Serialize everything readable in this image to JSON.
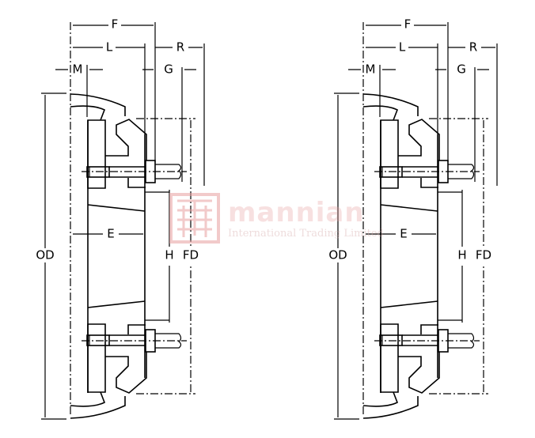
{
  "drawings": [
    {
      "labels": {
        "F": "F",
        "L": "L",
        "R": "R",
        "M": "M",
        "G": "G",
        "E": "E",
        "OD": "OD",
        "H": "H",
        "FD": "FD"
      }
    },
    {
      "labels": {
        "F": "F",
        "L": "L",
        "R": "R",
        "M": "M",
        "G": "G",
        "E": "E",
        "OD": "OD",
        "H": "H",
        "FD": "FD"
      }
    }
  ],
  "watermark": {
    "brand": "mannian",
    "subtitle": "International Trading Limited",
    "color": "#e8a0a0"
  }
}
